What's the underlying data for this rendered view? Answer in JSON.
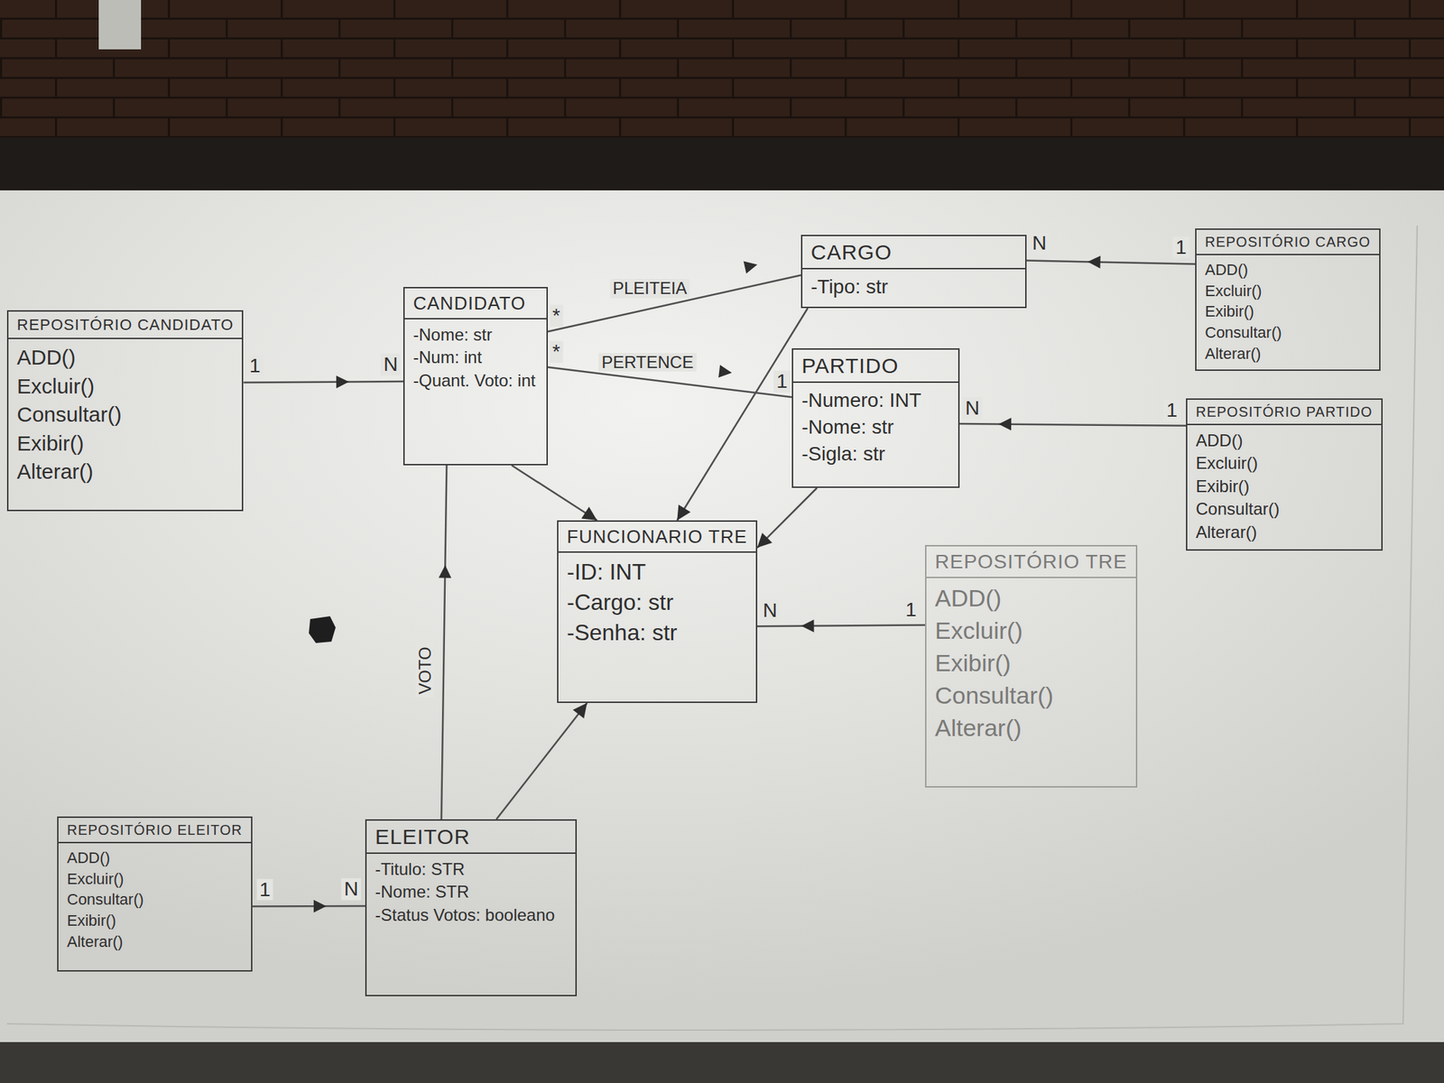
{
  "diagram": {
    "nodes": [
      {
        "text": [
          "CARGO",
          "-Tipo: str"
        ]
      },
      {
        "text": [
          "REPOSITÓRIO CARGO",
          "ADD()",
          "Excluir()",
          "Exibir()",
          "Consultar()",
          "Alterar()"
        ]
      },
      {
        "text": [
          "CANDIDATO",
          "-Nome: str",
          "-Num: int",
          "-Quant. Voto: int"
        ]
      },
      {
        "text": [
          "REPOSITÓRIO CANDIDATO",
          "ADD()",
          "Excluir()",
          "Consultar()",
          "Exibir()",
          "Alterar()"
        ]
      },
      {
        "text": [
          "PARTIDO",
          "-Numero: INT",
          "-Nome: str",
          "-Sigla: str"
        ]
      },
      {
        "text": [
          "REPOSITÓRIO PARTIDO",
          "ADD()",
          "Excluir()",
          "Exibir()",
          "Consultar()",
          "Alterar()"
        ]
      },
      {
        "text": [
          "FUNCIONARIO TRE",
          "-ID: INT",
          "-Cargo: str",
          "-Senha: str"
        ]
      },
      {
        "text": [
          "REPOSITÓRIO TRE",
          "ADD()",
          "Excluir()",
          "Exibir()",
          "Consultar()",
          "Alterar()"
        ]
      },
      {
        "text": [
          "REPOSITÓRIO ELEITOR",
          "ADD()",
          "Excluir()",
          "Consultar()",
          "Exibir()",
          "Alterar()"
        ]
      },
      {
        "text": [
          "ELEITOR",
          "-Titulo: STR",
          "-Nome: STR",
          "-Status Votos: booleano"
        ]
      }
    ],
    "edges": [
      {
        "from": 2,
        "to": 0,
        "label": "PLEITEIA",
        "arrow": "none"
      },
      {
        "from": 2,
        "to": 4,
        "label": "PERTENCE",
        "arrow": "none"
      },
      {
        "from": 3,
        "to": 2,
        "arrow": "none"
      },
      {
        "from": 1,
        "to": 0,
        "arrow": "none"
      },
      {
        "from": 5,
        "to": 4,
        "arrow": "none"
      },
      {
        "from": 7,
        "to": 6,
        "arrow": "none"
      },
      {
        "from": 8,
        "to": 9,
        "arrow": "none"
      },
      {
        "from": 2,
        "to": 9,
        "label": "VOTO",
        "arrow": "none"
      },
      {
        "from": 2,
        "to": 6,
        "arrow": "to"
      },
      {
        "from": 0,
        "to": 6,
        "arrow": "to"
      },
      {
        "from": 4,
        "to": 6,
        "arrow": "to"
      },
      {
        "from": 9,
        "to": 6,
        "arrow": "to"
      }
    ],
    "labels": [
      "N",
      "1",
      "*",
      "*",
      "1",
      "1",
      "N",
      "N",
      "1",
      "N",
      "1",
      "1",
      "N"
    ]
  }
}
